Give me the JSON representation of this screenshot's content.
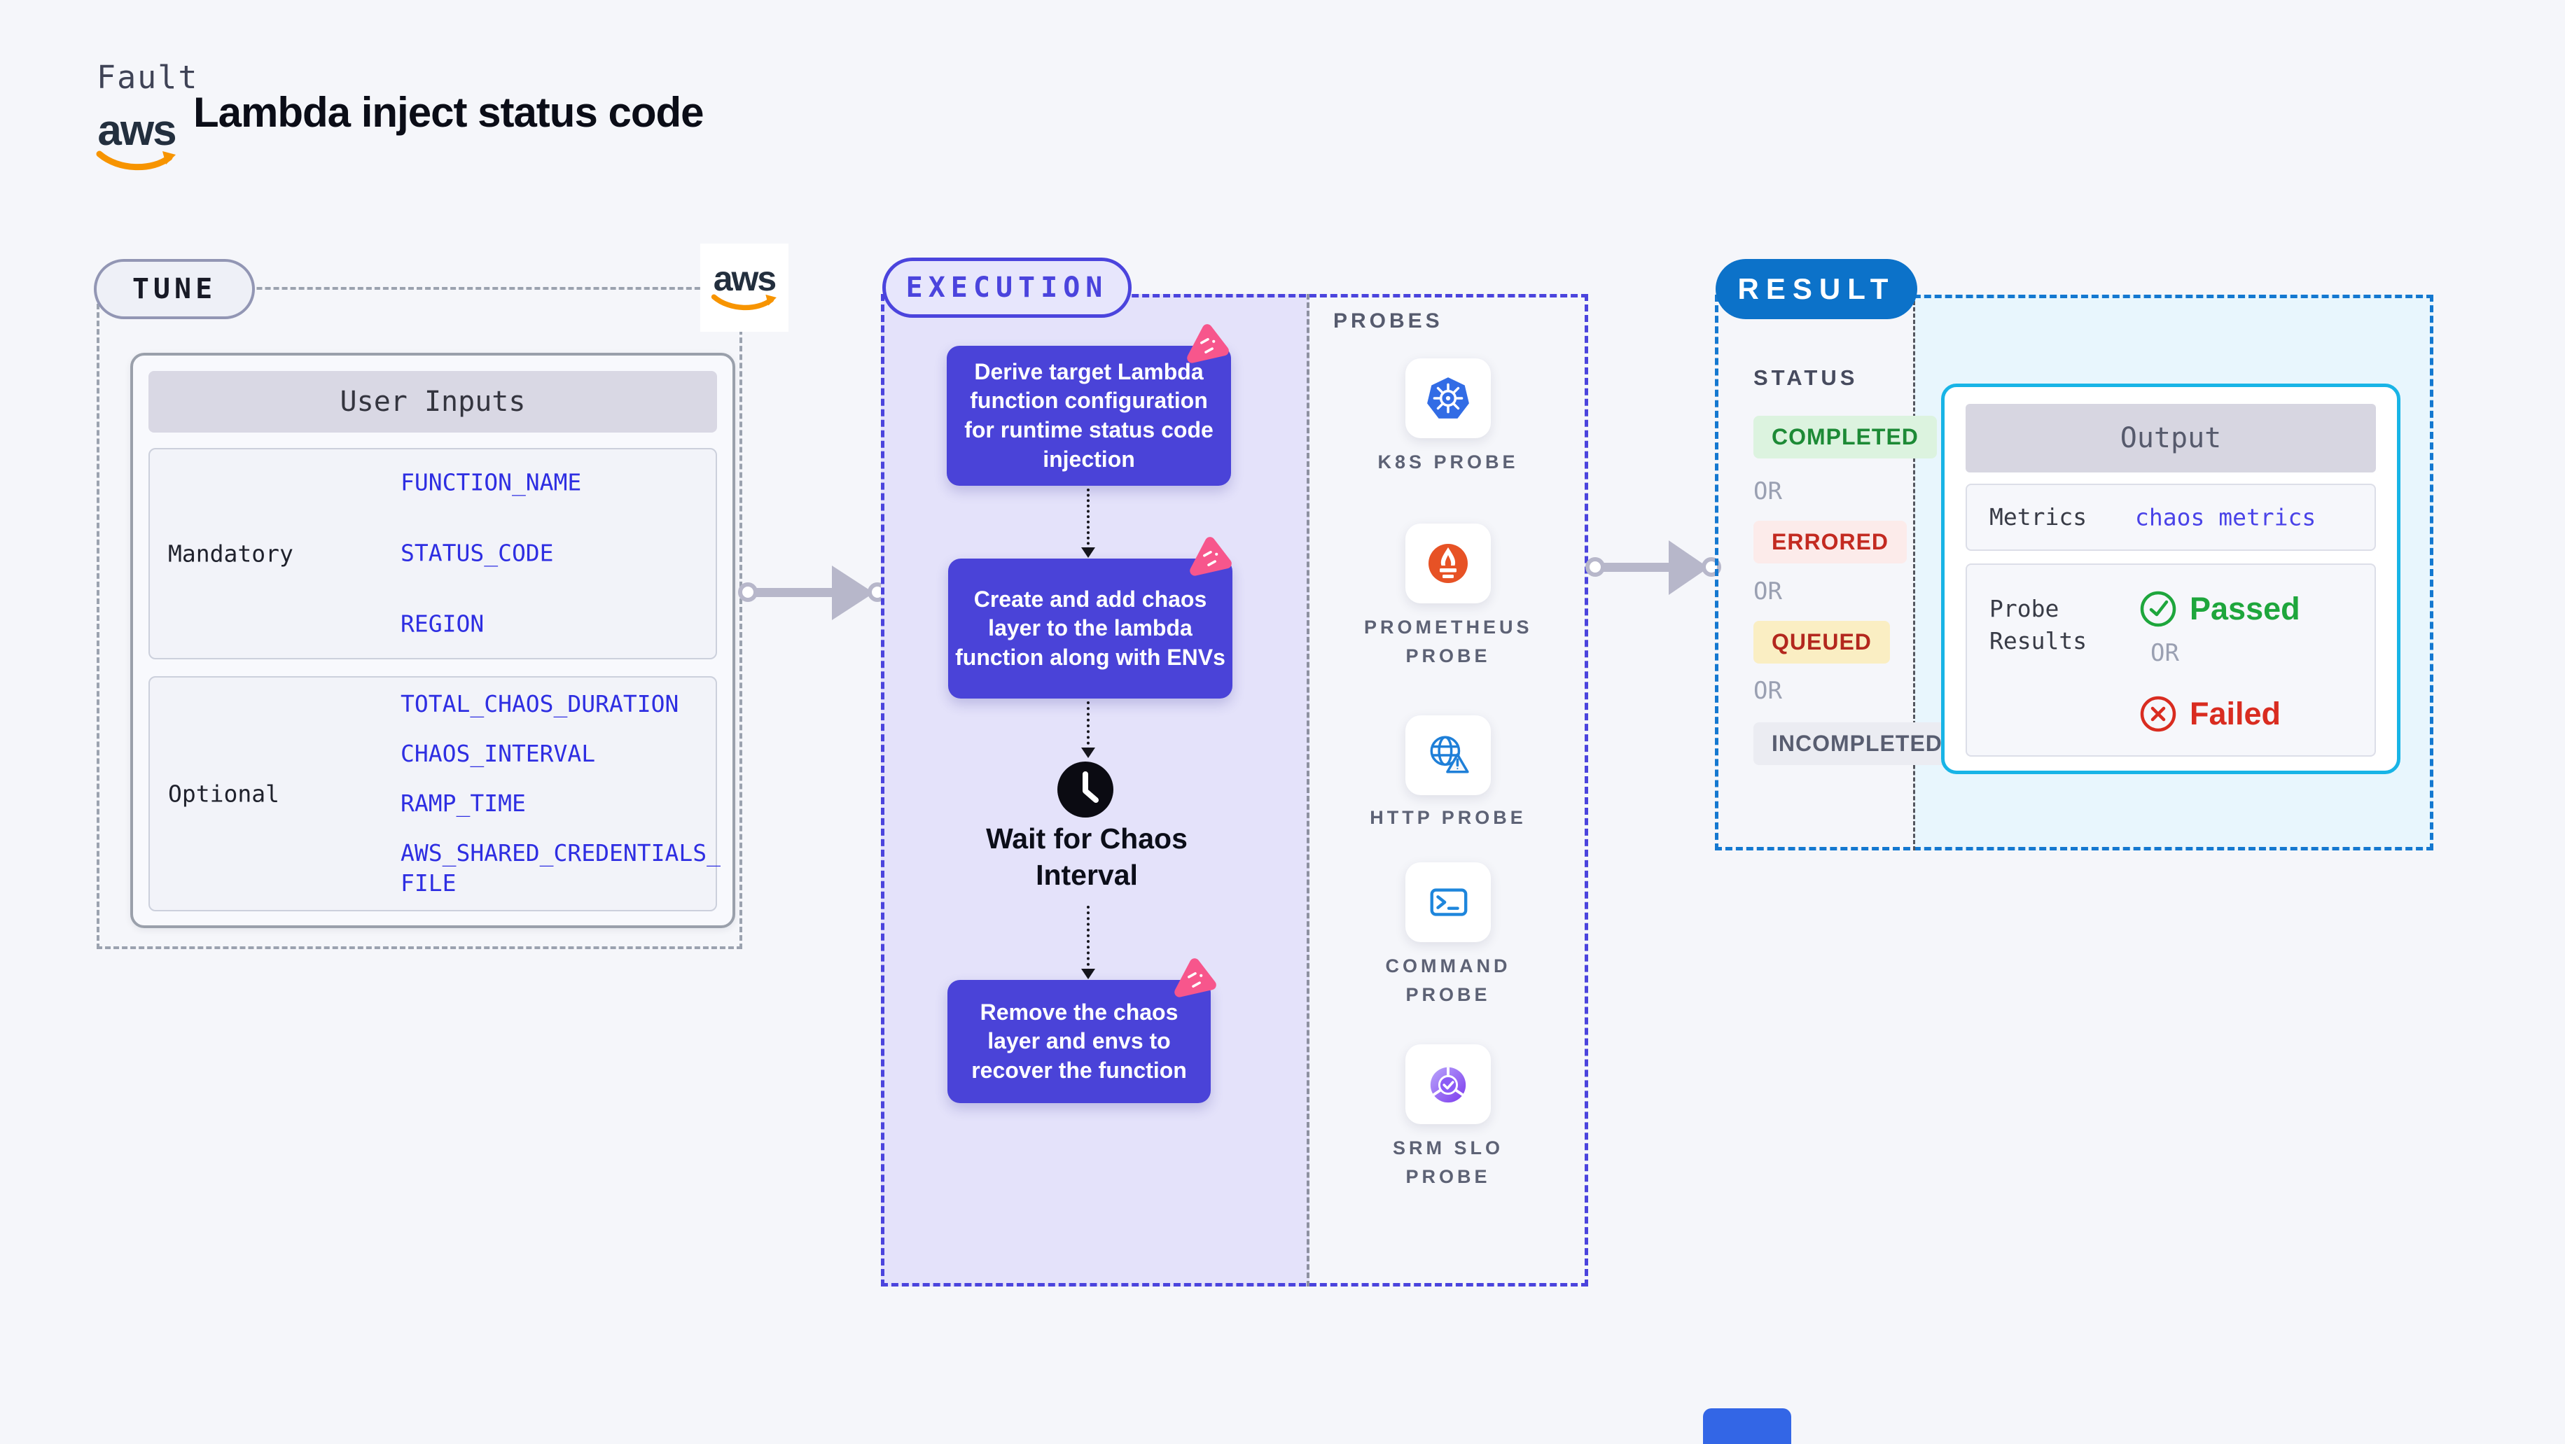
{
  "header": {
    "eyebrow": "Fault",
    "title": "Lambda inject status code",
    "aws_wordmark": "aws"
  },
  "tune": {
    "badge": "TUNE",
    "table": {
      "title": "User Inputs",
      "rows": [
        {
          "label": "Mandatory",
          "values": [
            "FUNCTION_NAME",
            "STATUS_CODE",
            "REGION"
          ]
        },
        {
          "label": "Optional",
          "values": [
            "TOTAL_CHAOS_DURATION",
            "CHAOS_INTERVAL",
            "RAMP_TIME",
            "AWS_SHARED_CREDENTIALS_FILE"
          ]
        }
      ]
    }
  },
  "execution": {
    "badge": "EXECUTION",
    "steps": [
      {
        "text": "Derive target Lambda function configuration for runtime status code injection"
      },
      {
        "text": "Create and add chaos layer to the lambda function along with ENVs"
      },
      {
        "text": "Wait for Chaos Interval",
        "type": "wait"
      },
      {
        "text": "Remove the chaos layer and envs to recover the function"
      }
    ],
    "probes": {
      "title": "PROBES",
      "items": [
        {
          "label": "K8S PROBE",
          "icon": "kubernetes-icon"
        },
        {
          "label": "PROMETHEUS PROBE",
          "icon": "prometheus-icon"
        },
        {
          "label": "HTTP PROBE",
          "icon": "http-globe-warning-icon"
        },
        {
          "label": "COMMAND PROBE",
          "icon": "terminal-icon"
        },
        {
          "label": "SRM SLO PROBE",
          "icon": "slo-gauge-check-icon"
        }
      ]
    }
  },
  "result": {
    "badge": "RESULT",
    "status_title": "STATUS",
    "or_label": "OR",
    "statuses": [
      {
        "label": "COMPLETED",
        "bg": "#dcf3df",
        "color": "#1d8a36"
      },
      {
        "label": "ERRORED",
        "bg": "#fcebea",
        "color": "#c32a21"
      },
      {
        "label": "QUEUED",
        "bg": "#faeec3",
        "color": "#b3271e"
      },
      {
        "label": "INCOMPLETED",
        "bg": "#ebecf2",
        "color": "#585d70"
      }
    ],
    "output": {
      "title": "Output",
      "metrics_label": "Metrics",
      "metrics_value": "chaos metrics",
      "probe_results_label": "Probe Results",
      "or_label": "OR",
      "passed_label": "Passed",
      "failed_label": "Failed"
    }
  },
  "icons": {
    "aws-logo": "aws wordmark with orange smile arrow",
    "chaos-marker": "pink rounded triangle chaos marker",
    "clock": "black clock face",
    "kubernetes": "blue heptagon with white ship wheel",
    "prometheus": "orange circle with white torch flame",
    "http": "blue globe with warning triangle",
    "command": "blue terminal prompt window",
    "srm-slo": "purple segmented gauge with check mark",
    "check-circle": "green circled check",
    "x-circle": "red circled x",
    "flow-arrow": "gray arrow with circle endpoints"
  },
  "colors": {
    "page_bg": "#f5f6fa",
    "accent_indigo": "#4a43d8",
    "execution_border": "#4b44dd",
    "execution_bg": "#e4e2fa",
    "tune_border": "#9ba2af",
    "result_pill_blue": "#0c72c9",
    "result_border": "#1478d0",
    "output_border": "#18b4e6",
    "result_bg": "#e8f6fd",
    "env_var_blue": "#2e2ee2",
    "aws_orange": "#f79400",
    "chaos_pink": "#f7568c",
    "passed_green": "#1ea63c",
    "failed_red": "#d92c20",
    "arrow_gray": "#b7b7ca"
  }
}
